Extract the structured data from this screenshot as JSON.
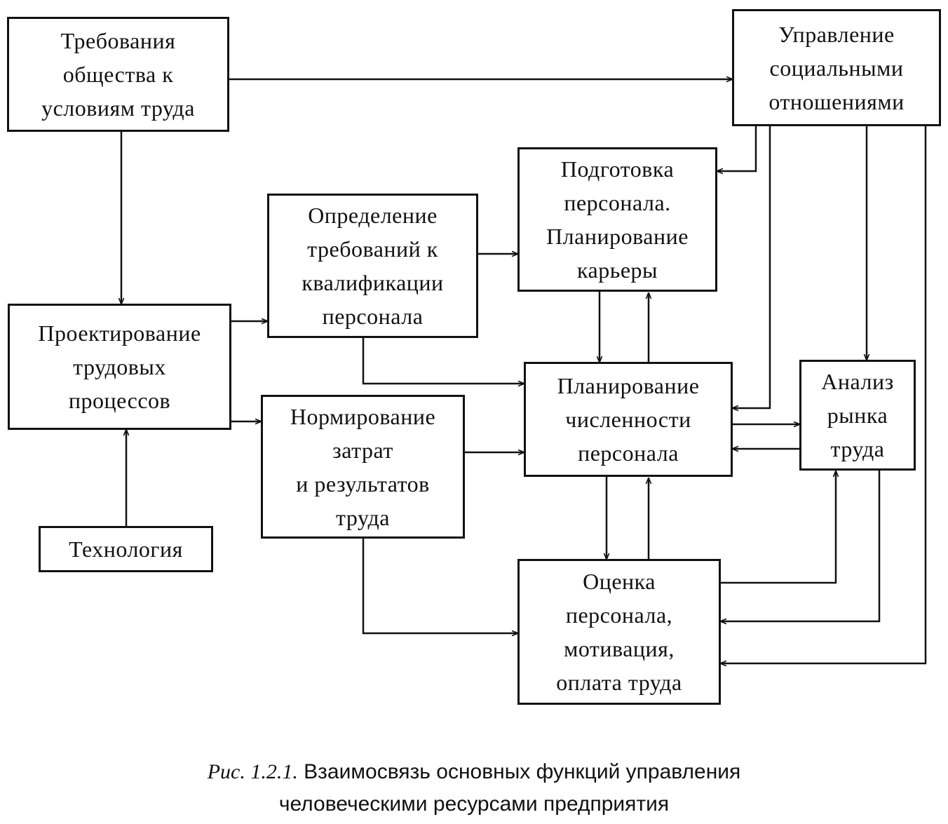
{
  "boxes": {
    "society": "Требования\nобщества к\nусловиям труда",
    "social": "Управление\nсоциальными\nотношениями",
    "training": "Подготовка\nперсонала.\nПланирование\nкарьеры",
    "qualification": "Определение\nтребований к\nквалификации\nперсонала",
    "design": "Проектирование\nтрудовых\nпроцессов",
    "staffing": "Планирование\nчисленности\nперсонала",
    "market": "Анализ\nрынка\nтруда",
    "norming": "Нормирование\nзатрат\nи результатов\nтруда",
    "technology": "Технология",
    "evaluation": "Оценка\nперсонала,\nмотивация,\nоплата труда"
  },
  "caption": {
    "prefix": "Рис. 1.2.1.",
    "line1": "Взаимосвязь основных функций управления",
    "line2": "человеческими ресурсами предприятия"
  }
}
